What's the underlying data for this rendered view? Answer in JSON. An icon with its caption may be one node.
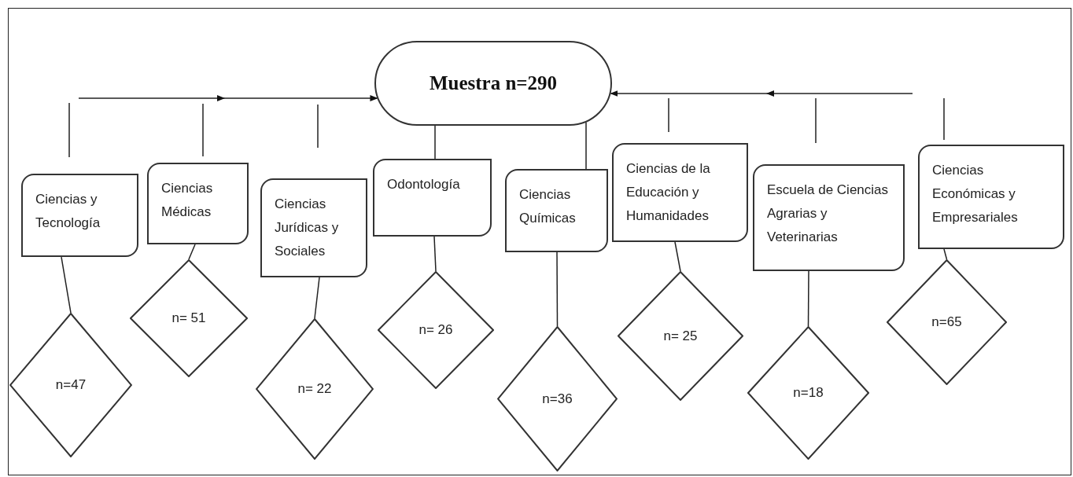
{
  "diagram": {
    "nodes": [
      {
        "text": [
          "Muestra n=290"
        ]
      },
      {
        "text": [
          "Ciencias y Tecnología"
        ]
      },
      {
        "text": [
          "Ciencias Médicas"
        ]
      },
      {
        "text": [
          "Ciencias Jurídicas y Sociales"
        ]
      },
      {
        "text": [
          "Odontología"
        ]
      },
      {
        "text": [
          "Ciencias Químicas"
        ]
      },
      {
        "text": [
          "Ciencias de la Educación y Humanidades"
        ]
      },
      {
        "text": [
          "Escuela de Ciencias Agrarias y Veterinarias"
        ]
      },
      {
        "text": [
          "Ciencias Económicas y Empresariales"
        ]
      },
      {
        "text": [
          "n=47"
        ]
      },
      {
        "text": [
          "n= 51"
        ]
      },
      {
        "text": [
          "n= 22"
        ]
      },
      {
        "text": [
          "n= 26"
        ]
      },
      {
        "text": [
          "n=36"
        ]
      },
      {
        "text": [
          "n= 25"
        ]
      },
      {
        "text": [
          "n=18"
        ]
      },
      {
        "text": [
          "n=65"
        ]
      }
    ],
    "edges": [
      {
        "from": null,
        "to": 0,
        "arrow": "to"
      },
      {
        "from": null,
        "to": 0,
        "arrow": "to"
      },
      {
        "from": 0,
        "to": 4,
        "arrow": "none"
      },
      {
        "from": 0,
        "to": 5,
        "arrow": "none"
      },
      {
        "from": 1,
        "to": 9,
        "arrow": "none"
      },
      {
        "from": 2,
        "to": 10,
        "arrow": "none"
      },
      {
        "from": 3,
        "to": 11,
        "arrow": "none"
      },
      {
        "from": 4,
        "to": 12,
        "arrow": "none"
      },
      {
        "from": 5,
        "to": 13,
        "arrow": "none"
      },
      {
        "from": 6,
        "to": 14,
        "arrow": "none"
      },
      {
        "from": 7,
        "to": 15,
        "arrow": "none"
      },
      {
        "from": 8,
        "to": 16,
        "arrow": "none"
      }
    ]
  }
}
